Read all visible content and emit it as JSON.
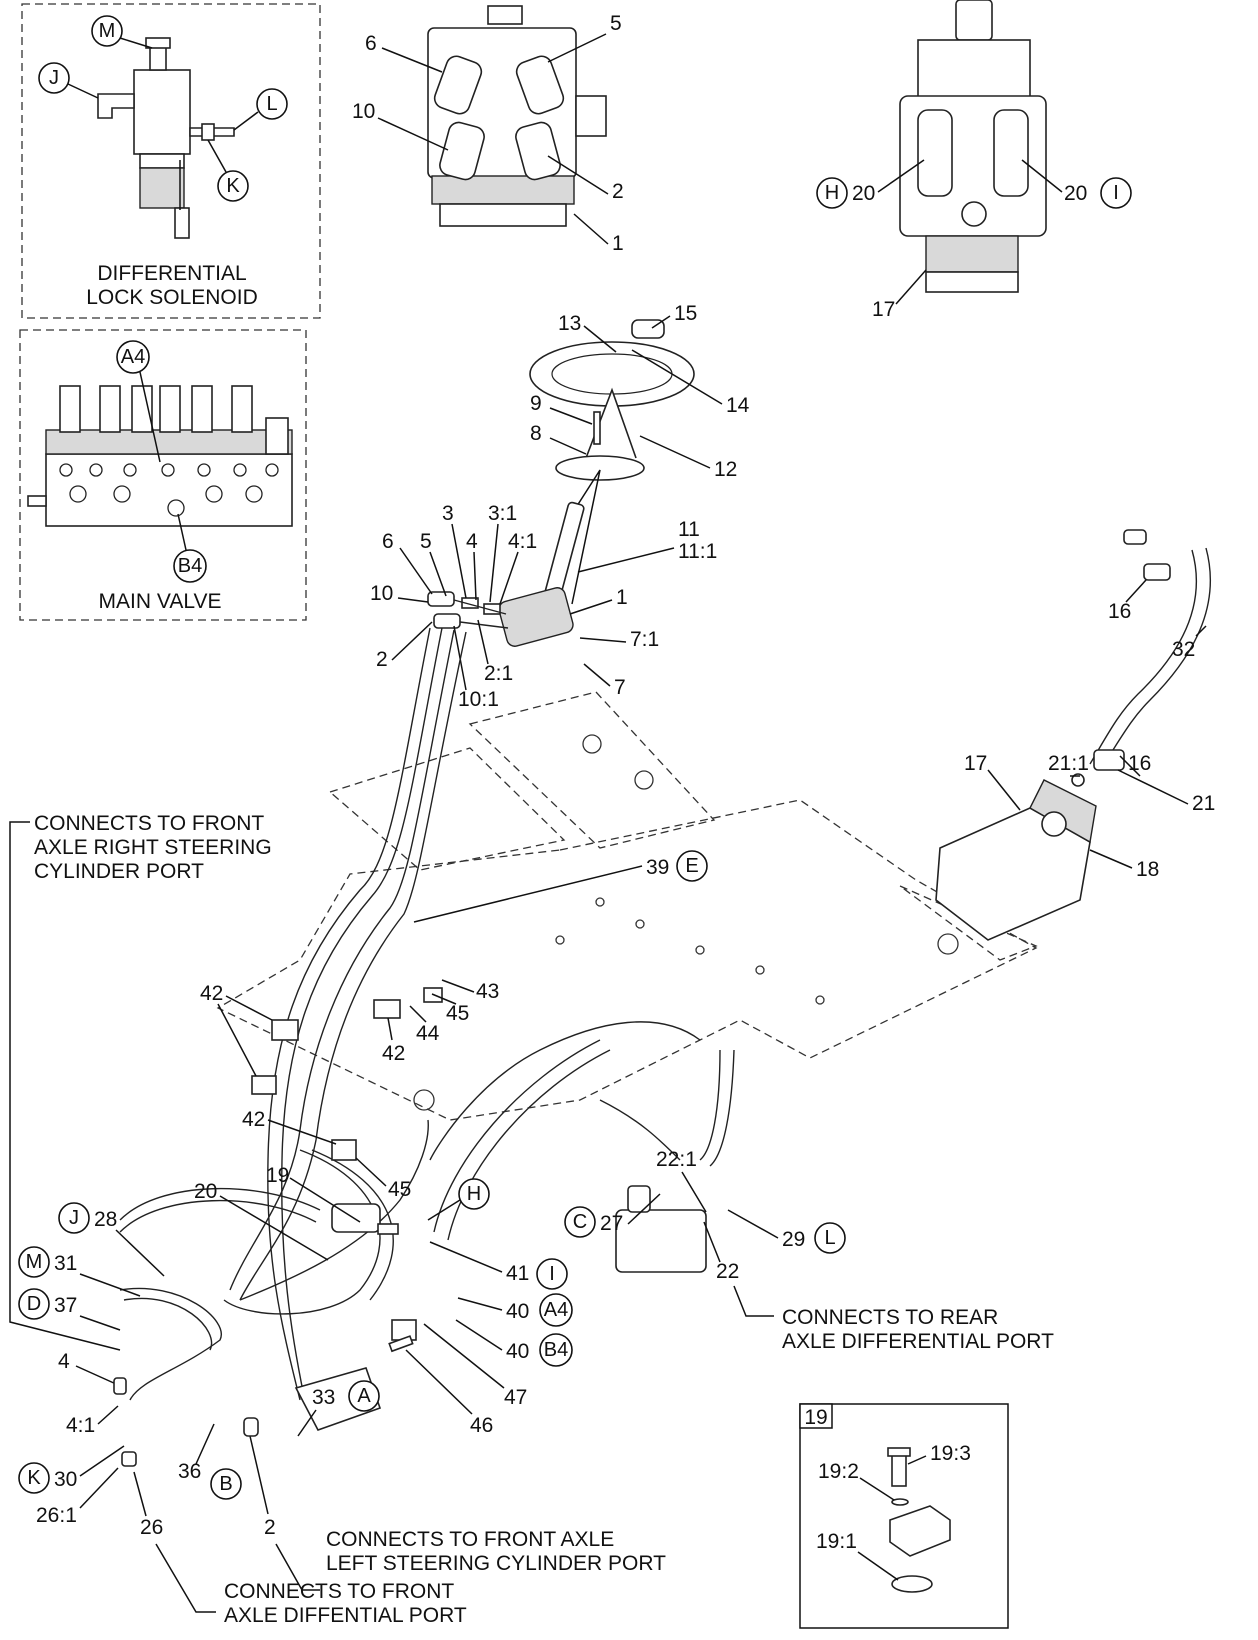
{
  "insets": {
    "diff_lock_solenoid": {
      "line1": "DIFFERENTIAL",
      "line2": "LOCK SOLENOID"
    },
    "main_valve": {
      "line1": "MAIN VALVE"
    },
    "detail_19": {
      "tag": "19"
    }
  },
  "notes": {
    "front_right": [
      "CONNECTS TO FRONT",
      "AXLE RIGHT STEERING",
      "CYLINDER PORT"
    ],
    "rear_diff": [
      "CONNECTS TO REAR",
      "AXLE DIFFERENTIAL PORT"
    ],
    "front_left": [
      "CONNECTS TO FRONT AXLE",
      "LEFT STEERING CYLINDER PORT"
    ],
    "front_diff": [
      "CONNECTS TO FRONT",
      "AXLE DIFFENTIAL PORT"
    ]
  },
  "labels": {
    "l_6_top": "6",
    "l_5_top": "5",
    "l_10_top": "10",
    "l_2_top": "2",
    "l_1_top": "1",
    "l_20_h": "20",
    "l_20_i": "20",
    "l_17_top": "17",
    "l_15": "15",
    "l_13": "13",
    "l_14": "14",
    "l_9": "9",
    "l_8": "8",
    "l_12": "12",
    "l_3": "3",
    "l_3_1": "3:1",
    "l_11": "11",
    "l_11_1": "11:1",
    "l_6_mid": "6",
    "l_5_mid": "5",
    "l_4_mid": "4",
    "l_4_1_mid": "4:1",
    "l_1_mid": "1",
    "l_10_mid": "10",
    "l_7_1": "7:1",
    "l_2_mid": "2",
    "l_2_1": "2:1",
    "l_10_1": "10:1",
    "l_7": "7",
    "l_16_a": "16",
    "l_32": "32",
    "l_21_1": "21:1",
    "l_16_b": "16",
    "l_17_pump": "17",
    "l_21": "21",
    "l_18": "18",
    "l_39": "39",
    "l_42_a": "42",
    "l_43": "43",
    "l_45_a": "45",
    "l_44": "44",
    "l_42_b": "42",
    "l_42_c": "42",
    "l_45_b": "45",
    "l_19": "19",
    "l_20_low": "20",
    "l_28": "28",
    "l_31": "31",
    "l_37": "37",
    "l_4_low": "4",
    "l_4_1_low": "4:1",
    "l_30": "30",
    "l_26_1": "26:1",
    "l_26": "26",
    "l_36": "36",
    "l_2_low": "2",
    "l_33": "33",
    "l_27": "27",
    "l_22_1": "22:1",
    "l_29": "29",
    "l_22": "22",
    "l_41": "41",
    "l_40_a": "40",
    "l_40_b": "40",
    "l_46": "46",
    "l_47": "47",
    "l_19_3": "19:3",
    "l_19_2": "19:2",
    "l_19_1": "19:1"
  },
  "circles": {
    "M": "M",
    "J_top": "J",
    "L_top": "L",
    "K_top": "K",
    "A4_top": "A4",
    "B4_top": "B4",
    "H_top": "H",
    "I_top": "I",
    "E": "E",
    "H_low": "H",
    "I_low": "I",
    "A4_low": "A4",
    "B4_low": "B4",
    "J_low": "J",
    "M_low": "M",
    "D_low": "D",
    "K_low": "K",
    "A_low": "A",
    "B_low": "B",
    "C_low": "C",
    "L_low": "L"
  }
}
